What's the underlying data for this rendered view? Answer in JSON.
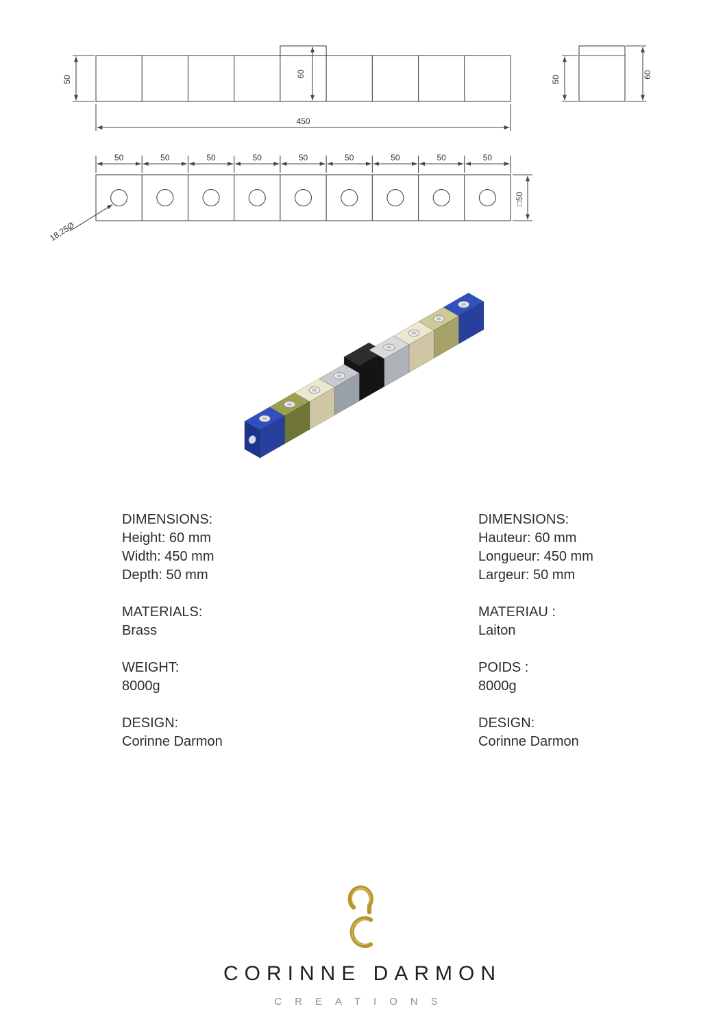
{
  "drawings": {
    "front_view": {
      "height_label": "50",
      "block_height_label": "60",
      "total_width_label": "450"
    },
    "side_view": {
      "depth_label": "50",
      "height_label": "60"
    },
    "plan_view": {
      "segment_labels": [
        "50",
        "50",
        "50",
        "50",
        "50",
        "50",
        "50",
        "50",
        "50"
      ],
      "section_label": "□50",
      "hole_diameter_label": "18,25Ø"
    }
  },
  "render": {
    "description": "isometric render of segmented bar",
    "cubes": [
      {
        "name": "lapis-blue-end",
        "top": "#3050c0",
        "front": "#26409c",
        "end": "#1e348a",
        "hole": true,
        "end_hole": true
      },
      {
        "name": "olive-stone",
        "top": "#9aa050",
        "front": "#6f7439",
        "hole": true
      },
      {
        "name": "cream-stone",
        "top": "#ece7cf",
        "front": "#cfc7a4",
        "hole": true
      },
      {
        "name": "speckled-grey",
        "top": "#c7cbd1",
        "front": "#9aa0a8",
        "hole": true
      },
      {
        "name": "black-center-block",
        "top": "#2e2e30",
        "front": "#141416",
        "raised": true,
        "hole": false
      },
      {
        "name": "speckled-light",
        "top": "#d8dadd",
        "front": "#aeb3b9",
        "hole": true
      },
      {
        "name": "cream-stone",
        "top": "#ece7cf",
        "front": "#cfc7a4",
        "hole": true
      },
      {
        "name": "pale-olive",
        "top": "#cfcb96",
        "front": "#a6a26a",
        "hole": true
      },
      {
        "name": "lapis-blue-end",
        "top": "#3050c0",
        "front": "#26409c",
        "hole": true
      }
    ]
  },
  "specs_en": {
    "dimensions_title": "DIMENSIONS:",
    "dims": [
      "Height: 60 mm",
      "Width: 450 mm",
      "Depth: 50 mm"
    ],
    "materials_title": "MATERIALS:",
    "materials_value": "Brass",
    "weight_title": "WEIGHT:",
    "weight_value": "8000g",
    "design_title": "DESIGN:",
    "design_value": "Corinne Darmon"
  },
  "specs_fr": {
    "dimensions_title": "DIMENSIONS:",
    "dims": [
      "Hauteur: 60 mm",
      "Longueur: 450 mm",
      "Largeur: 50 mm"
    ],
    "materials_title": "MATERIAU :",
    "materials_value": "Laiton",
    "weight_title": "POIDS :",
    "weight_value": "8000g",
    "design_title": "DESIGN:",
    "design_value": "Corinne Darmon"
  },
  "footer": {
    "brand": "CORINNE DARMON",
    "subtitle": "CREATIONS",
    "gold": "#b6952c"
  }
}
